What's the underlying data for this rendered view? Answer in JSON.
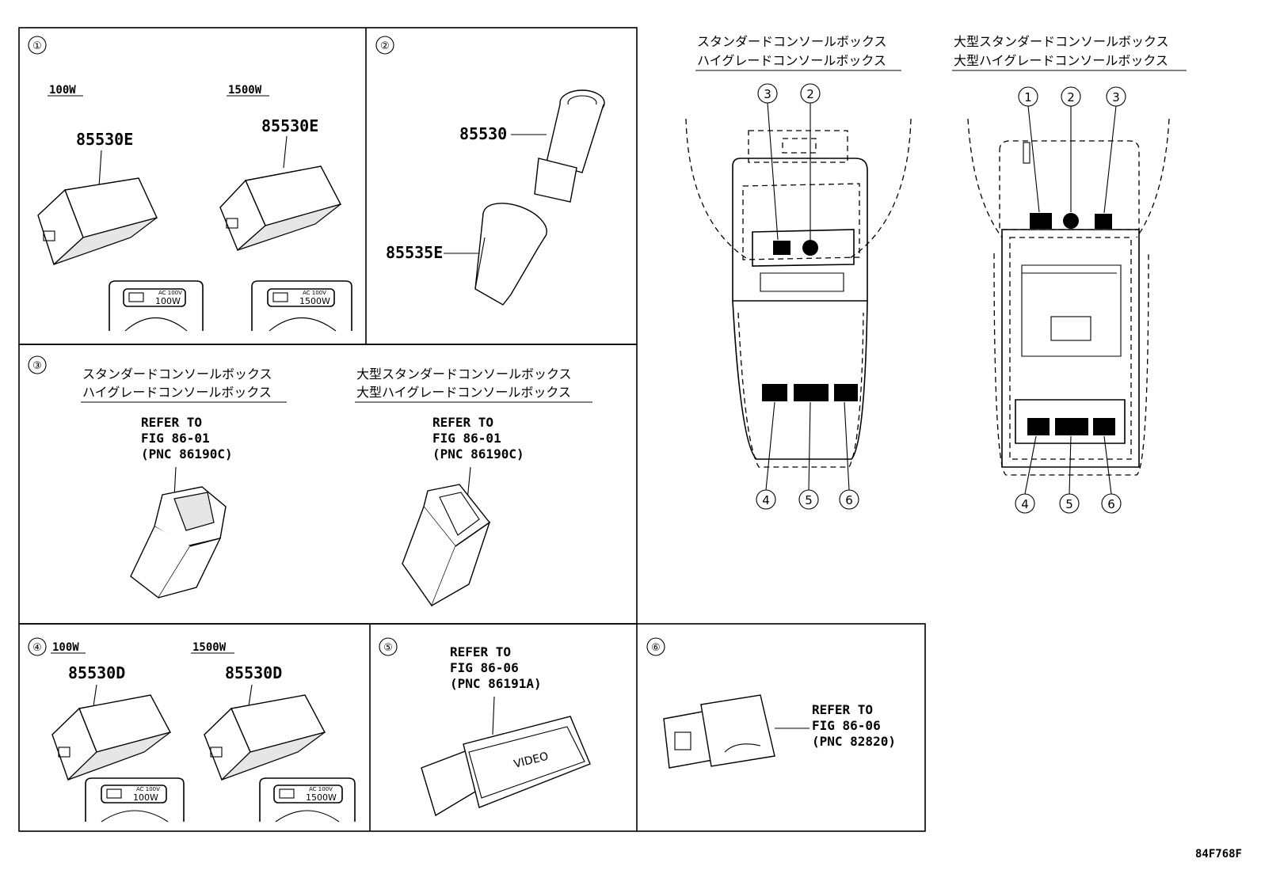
{
  "panels": {
    "p1": {
      "num": "①",
      "left": {
        "watt": "100W",
        "part": "85530E",
        "label_ac": "AC 100V",
        "label_watt": "100W"
      },
      "right": {
        "watt": "1500W",
        "part": "85530E",
        "label_ac": "AC 100V",
        "label_watt": "1500W"
      }
    },
    "p2": {
      "num": "②",
      "part_top": "85530",
      "part_bottom": "85535E"
    },
    "p3": {
      "num": "③",
      "left": {
        "title1": "スタンダードコンソールボックス",
        "title2": "ハイグレードコンソールボックス",
        "ref1": "REFER TO",
        "ref2": "FIG 86-01",
        "ref3": "(PNC 86190C)"
      },
      "right": {
        "title1": "大型スタンダードコンソールボックス",
        "title2": "大型ハイグレードコンソールボックス",
        "ref1": "REFER TO",
        "ref2": "FIG 86-01",
        "ref3": "(PNC 86190C)"
      }
    },
    "p4": {
      "num": "④",
      "left": {
        "watt": "100W",
        "part": "85530D",
        "label_ac": "AC 100V",
        "label_watt": "100W"
      },
      "right": {
        "watt": "1500W",
        "part": "85530D",
        "label_ac": "AC 100V",
        "label_watt": "1500W"
      }
    },
    "p5": {
      "num": "⑤",
      "ref1": "REFER TO",
      "ref2": "FIG 86-06",
      "ref3": "(PNC 86191A)",
      "device_text": "VIDEO"
    },
    "p6": {
      "num": "⑥",
      "ref1": "REFER TO",
      "ref2": "FIG 86-06",
      "ref3": "(PNC 82820)"
    }
  },
  "overview": {
    "standard": {
      "title1": "スタンダードコンソールボックス",
      "title2": "ハイグレードコンソールボックス",
      "top_callouts": [
        "3",
        "2"
      ],
      "bottom_callouts": [
        "4",
        "5",
        "6"
      ]
    },
    "large": {
      "title1": "大型スタンダードコンソールボックス",
      "title2": "大型ハイグレードコンソールボックス",
      "top_callouts": [
        "1",
        "2",
        "3"
      ],
      "bottom_callouts": [
        "4",
        "5",
        "6"
      ]
    }
  },
  "figure_code": "84F768F"
}
